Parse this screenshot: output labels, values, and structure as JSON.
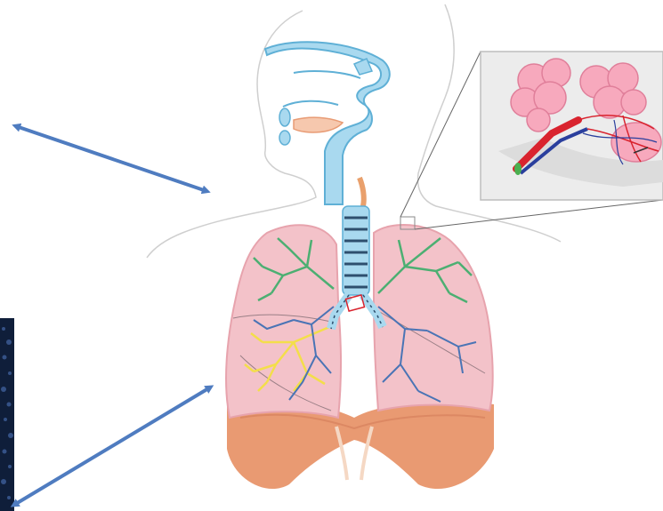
{
  "figure": {
    "type": "anatomical-illustration",
    "subject": "respiratory-system",
    "labels": []
  },
  "colors": {
    "airway_blue": "#a9d9ef",
    "airway_stroke": "#5fb0d6",
    "lung_pink": "#f3c2c9",
    "bronchi_green": "#4caf72",
    "bronchi_blue": "#4a74b5",
    "bronchi_yellow": "#f3de4a",
    "diaphragm_orange": "#e99a72",
    "arrow_blue": "#4f7cc0",
    "alveoli_pink": "#f7a9bd",
    "vessel_red": "#d9232e",
    "vessel_blue": "#2a3f9d"
  },
  "arrows": [
    {
      "name": "upper-left-arrow"
    },
    {
      "name": "lower-left-arrow"
    }
  ],
  "inset": {
    "name": "alveoli-inset"
  }
}
